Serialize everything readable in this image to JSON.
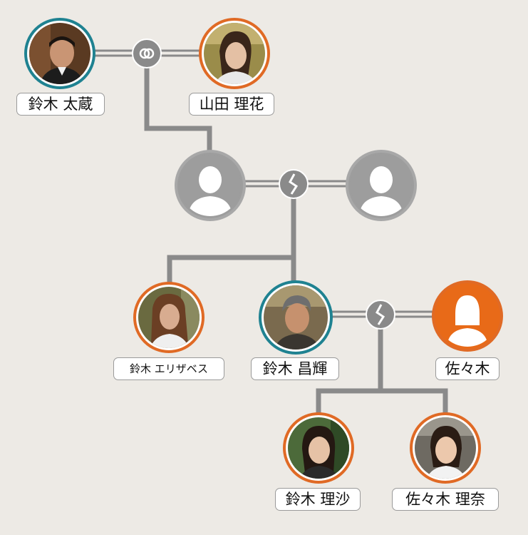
{
  "people": {
    "taizo": {
      "name": "鈴木 太蔵",
      "icon": "man-photo-icon",
      "ring": "#1f8291"
    },
    "rika": {
      "name": "山田 理花",
      "icon": "woman-photo-icon",
      "ring": "#e06a25"
    },
    "parent1": {
      "icon": "person-silhouette-icon",
      "ring": "#a8a8a8"
    },
    "parent2": {
      "icon": "person-silhouette-icon",
      "ring": "#a8a8a8"
    },
    "elizabeth": {
      "name": "鈴木 エリザベス",
      "icon": "woman-photo-icon",
      "ring": "#e06a25"
    },
    "masaki": {
      "name": "鈴木 昌輝",
      "icon": "older-man-photo-icon",
      "ring": "#1f8291"
    },
    "sasaki": {
      "name": "佐々木",
      "icon": "woman-silhouette-icon",
      "ring": "#e06a25"
    },
    "risa": {
      "name": "鈴木 理沙",
      "icon": "girl-photo-icon",
      "ring": "#e06a25"
    },
    "rina": {
      "name": "佐々木 理奈",
      "icon": "girl-photo-icon",
      "ring": "#e06a25"
    }
  },
  "relations": {
    "marriage_symbol": "marriage-rings-icon",
    "divorce_symbol": "broken-bond-icon"
  },
  "colors": {
    "background": "#edeae5",
    "line": "#8a8a8a",
    "teal": "#1f8291",
    "orange": "#e06a25"
  }
}
